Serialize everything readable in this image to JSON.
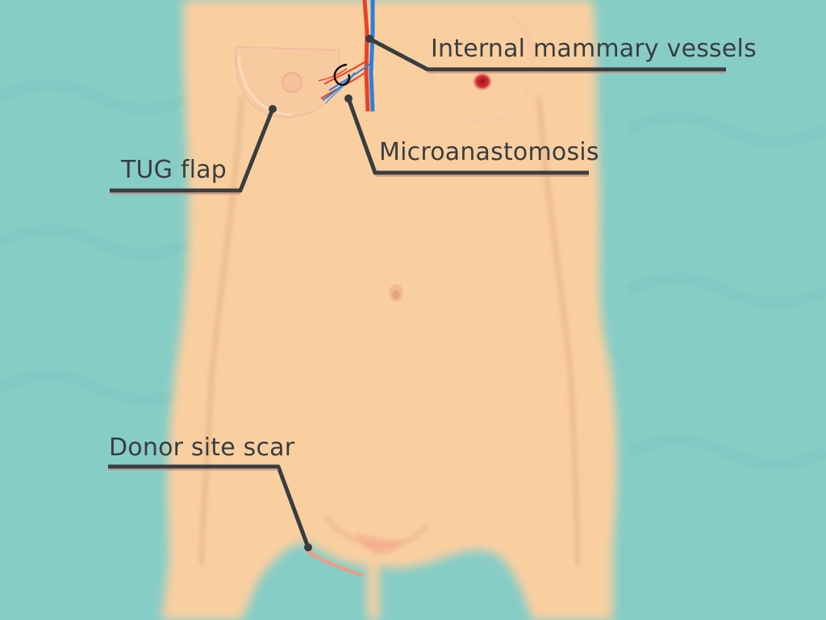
{
  "labels": {
    "internal_mammary": "Internal mammary vessels",
    "microanastomosis": "Microanastomosis",
    "tug_flap": "TUG flap",
    "donor_site": "Donor site scar"
  },
  "colors": {
    "background": "#86cdc6",
    "skin": "#f9cfa0",
    "skin_shadow": "#e9b687",
    "leader": "#3a3d40",
    "artery": "#e8412a",
    "vein": "#2f7fd6",
    "nipple": "#c9202a"
  }
}
